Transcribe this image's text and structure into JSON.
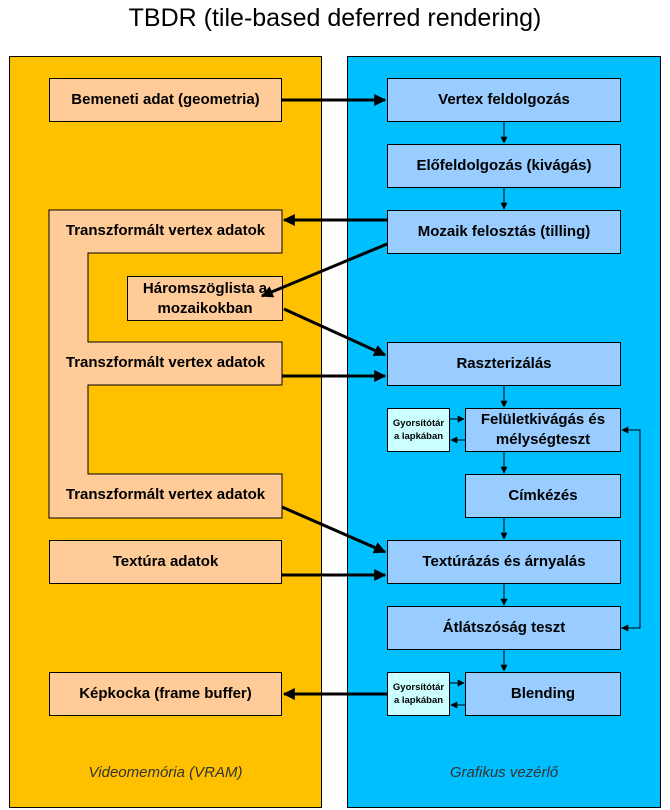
{
  "title": "TBDR (tile-based deferred rendering)",
  "panels": {
    "vram": "Videomemória (VRAM)",
    "gpu": "Grafikus vezérlő"
  },
  "vram_boxes": {
    "input_data": "Bemeneti adat (geometria)",
    "transformed_1": "Transzformált vertex adatok",
    "triangle_list": "Háromszöglista a mozaikokban",
    "transformed_2": "Transzformált vertex adatok",
    "transformed_3": "Transzformált vertex adatok",
    "texture_data": "Textúra adatok",
    "frame_buffer": "Képkocka (frame buffer)"
  },
  "gpu_boxes": {
    "vertex_processing": "Vertex feldolgozás",
    "preprocessing": "Előfeldolgozás (kivágás)",
    "tiling": "Mozaik felosztás (tilling)",
    "rasterization": "Raszterizálás",
    "hsr_depth": "Felületkivágás és mélységteszt",
    "tagging": "Címkézés",
    "texturing_shading": "Textúrázás és árnyalás",
    "alpha_test": "Átlátszóság teszt",
    "blending": "Blending",
    "tile_cache_1": "Gyorsítótár a lapkában",
    "tile_cache_2": "Gyorsítótár a lapkában"
  }
}
